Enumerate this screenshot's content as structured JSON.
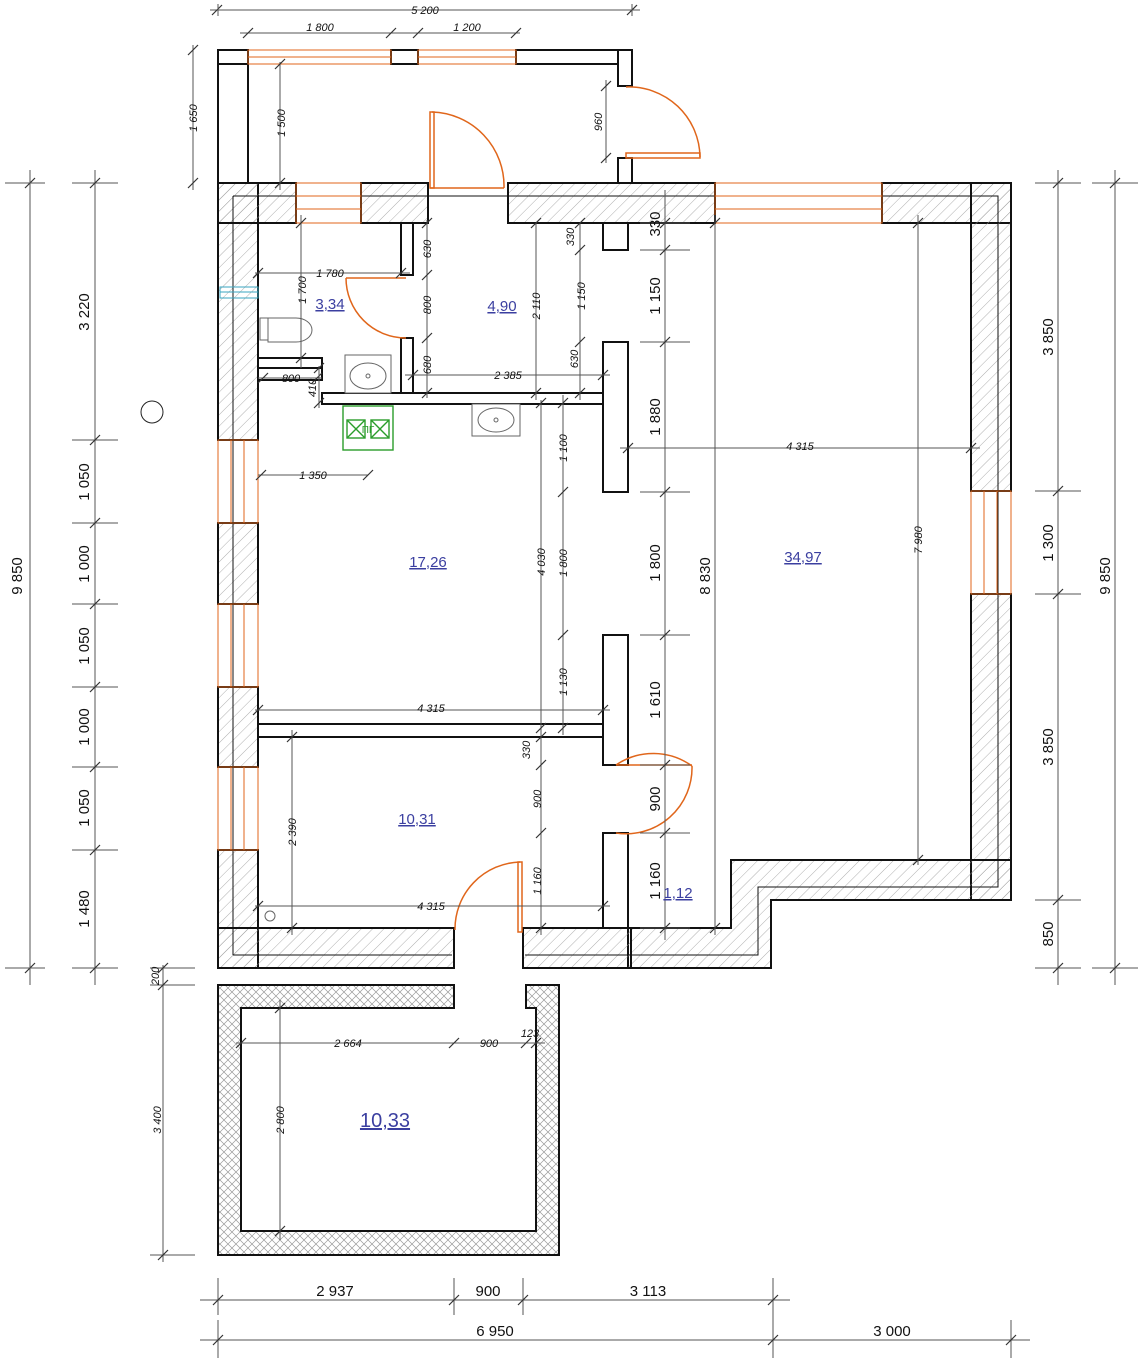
{
  "plan": {
    "rooms": [
      {
        "id": "bathroom",
        "area": "3,34"
      },
      {
        "id": "hall",
        "area": "4,90"
      },
      {
        "id": "kitchen",
        "area": "17,26"
      },
      {
        "id": "living",
        "area": "34,97"
      },
      {
        "id": "bedroom",
        "area": "10,31"
      },
      {
        "id": "closet",
        "area": "1,12"
      },
      {
        "id": "porch",
        "area": "10,33"
      }
    ],
    "dims_top": {
      "total": "5 200",
      "window_1": "1 800",
      "window_2": "1 200",
      "porch_depth": "1 650",
      "window_height": "1 500",
      "door_width": "960"
    },
    "dims_left_outer": {
      "total": "9 850"
    },
    "dims_left_inner": [
      "3 220",
      "1 050",
      "1 000",
      "1 050",
      "1 000",
      "1 050",
      "1 480"
    ],
    "dims_right_inner": [
      "3 850",
      "1 300",
      "3 850",
      "850"
    ],
    "dims_right_outer": {
      "total": "9 850"
    },
    "dims_center_column": [
      "330",
      "1 150",
      "1 880",
      "1 800",
      "8 830",
      "1 610",
      "900",
      "1 160"
    ],
    "dims_interior": {
      "bath_width": "1 780",
      "bath_height": "1 700",
      "hall_630_top": "630",
      "hall_800": "800",
      "hall_680": "680",
      "hall_630_bottom": "630",
      "hall_330": "330",
      "hall_1150": "1 150",
      "hall_2110": "2 110",
      "hall_width": "2 385",
      "living_width": "4 315",
      "living_height": "7 980",
      "kitchen_800": "800",
      "kitchen_410": "410",
      "kitchen_1350": "1 350",
      "kitchen_1100": "1 100",
      "kitchen_4030": "4 030",
      "kitchen_1800": "1 800",
      "kitchen_1130": "1 130",
      "kitchen_width": "4 315",
      "bedroom_330": "330",
      "bedroom_900": "900",
      "bedroom_1160": "1 160",
      "bedroom_2390": "2 390",
      "bedroom_width": "4 315"
    },
    "dims_porch": {
      "gap": "200",
      "height_outer": "3 400",
      "height_inner": "2 800",
      "width_1": "2 664",
      "width_2": "900",
      "width_3": "123"
    },
    "dims_bottom": {
      "seg_1": "2 937",
      "seg_2": "900",
      "seg_3": "3 113",
      "total_1": "6 950",
      "total_2": "3 000"
    },
    "stove_label": "ПГ",
    "colors": {
      "wall_line": "#111111",
      "opening": "#e0661b",
      "area_text": "#3b3fa0",
      "stove": "#2a9d2a",
      "vent": "#3aa6c0"
    }
  }
}
